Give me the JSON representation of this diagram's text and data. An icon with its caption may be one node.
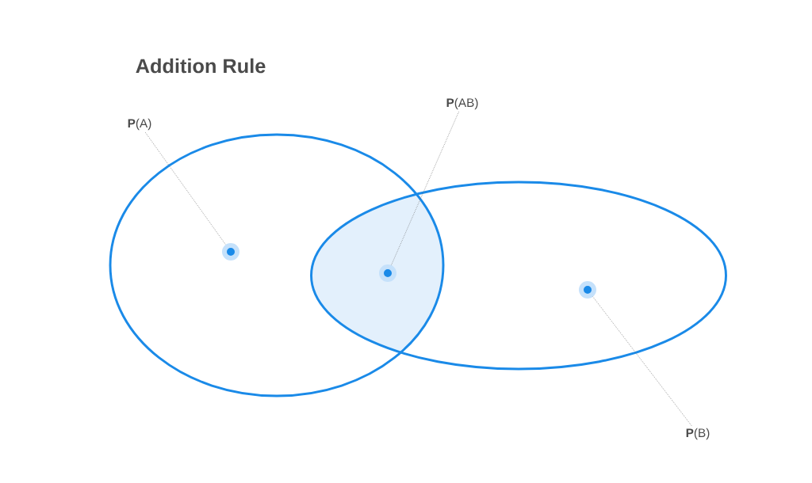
{
  "diagram": {
    "title": "Addition Rule",
    "nodes": [
      {
        "text": [],
        "shape": "ellipse"
      },
      {
        "text": [],
        "shape": "ellipse"
      },
      {
        "text": [
          "**P**(A)"
        ]
      },
      {
        "text": [],
        "shape": "circle",
        "in": 0
      },
      {
        "text": [
          "**P**(AB)"
        ]
      },
      {
        "text": [],
        "shape": "circle"
      },
      {
        "text": [
          "**P**(B)"
        ]
      },
      {
        "text": [],
        "shape": "circle",
        "in": 1
      }
    ],
    "edges": [
      {
        "from": 2,
        "to": 3,
        "arrow": "none"
      },
      {
        "from": 4,
        "to": 5,
        "arrow": "none"
      },
      {
        "from": 6,
        "to": 7,
        "arrow": "none"
      }
    ]
  }
}
